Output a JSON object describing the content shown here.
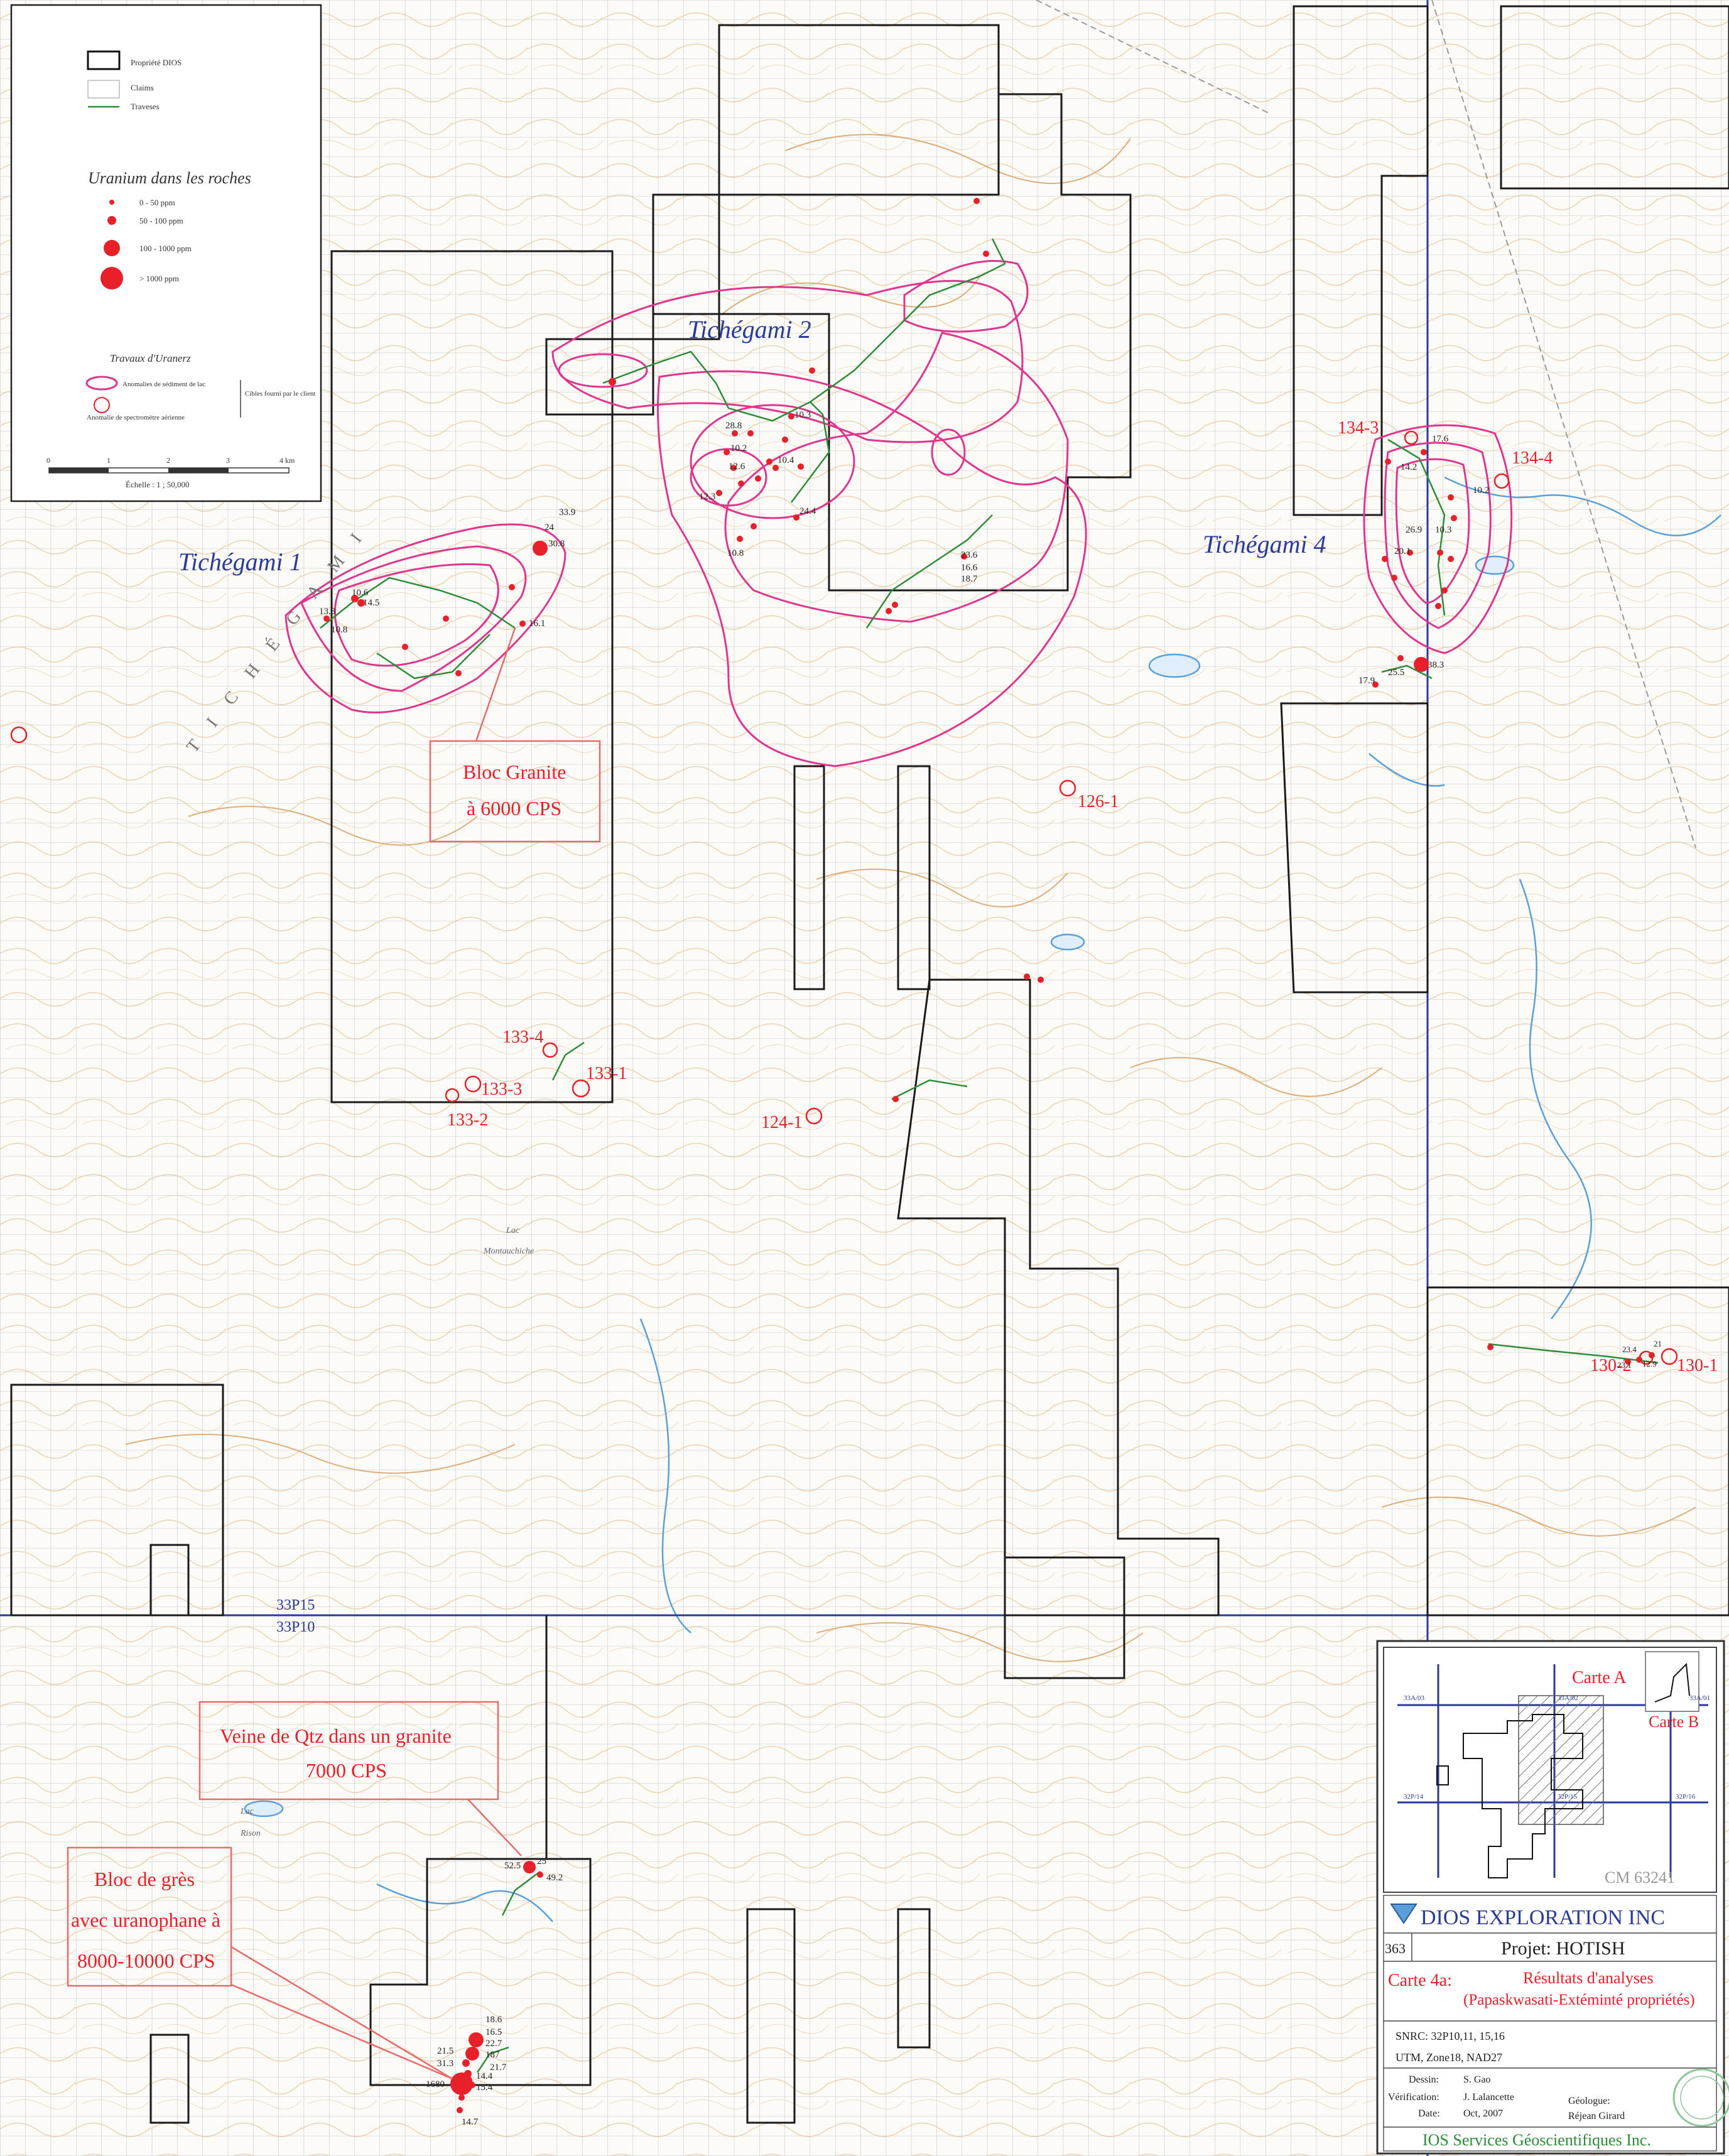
{
  "legend": {
    "boundary_items": [
      {
        "label": "Propriété DIOS"
      },
      {
        "label": "Claims"
      },
      {
        "label": "Traveses"
      }
    ],
    "uranium_title": "Uranium dans les roches",
    "uranium_classes": [
      {
        "label": "0 - 50 ppm"
      },
      {
        "label": "50 - 100 ppm"
      },
      {
        "label": "100 - 1000 ppm"
      },
      {
        "label": "> 1000 ppm"
      }
    ],
    "travaux_title": "Travaux d'Uranerz",
    "travaux_items": [
      {
        "label": "Anomalies de sédiment de lac"
      },
      {
        "label": "Anomalie de spectromètre aérienne"
      }
    ],
    "travaux_note": "Cibles fourni par le client",
    "scale_ticks": [
      "0",
      "1",
      "2",
      "3",
      "4 km"
    ],
    "scale_text": "Échelle : 1 ; 50,000"
  },
  "colors": {
    "property_boundary": "#1a1a1a",
    "claim_grid": "#b8b8b8",
    "traverse": "#2e8b3a",
    "sample": "#e8202a",
    "lake_anomaly": "#e0358c",
    "sheet_line": "#2a3a9a",
    "contour": "#d9a36a",
    "water": "#5aa0d8"
  },
  "areas": {
    "t1": "Tichégami 1",
    "t2": "Tichégami 2",
    "t4": "Tichégami 4",
    "river": "T I C H É G A M I"
  },
  "sheets": {
    "top": "33P15",
    "bottom": "33P10"
  },
  "targets": {
    "t133_4": "133-4",
    "t133_3": "133-3",
    "t133_2": "133-2",
    "t133_1": "133-1",
    "t124_1": "124-1",
    "t126_1": "126-1",
    "t134_3": "134-3",
    "t134_4": "134-4",
    "t130_2": "130-2",
    "t130_1": "130-1"
  },
  "values": {
    "v339": "33.9",
    "v24": "24",
    "v308": "30.8",
    "v106": "10.6",
    "v133": "13.3",
    "v145": "14.5",
    "v108a": "10.8",
    "v161": "16.1",
    "v103a": "10.3",
    "v288": "28.8",
    "v102a": "10.2",
    "v126": "12.6",
    "v104": "10.4",
    "v123": "12.3",
    "v244": "24.4",
    "v108b": "10.8",
    "v236": "23.6",
    "v166": "16.6",
    "v187": "18.7",
    "v176": "17.6",
    "v142": "14.2",
    "v102b": "10.2",
    "v269": "26.9",
    "v103b": "10.3",
    "v201": "20.1",
    "v383": "38.3",
    "v255": "25.5",
    "v179": "17.9",
    "v234": "23.4",
    "v21": "21",
    "v231": "23.1",
    "v129": "12.9",
    "v525": "52.5",
    "v25": "25",
    "v492": "49.2",
    "v186": "18.6",
    "v165": "16.5",
    "v227": "22.7",
    "v187b": "187",
    "v215": "21.5",
    "v217": "21.7",
    "v213": "31.3",
    "v1680": "1680",
    "v144": "14.4",
    "v154": "15.4",
    "v147": "14.7"
  },
  "callouts": {
    "bloc_granite": [
      "Bloc Granite",
      "à 6000 CPS"
    ],
    "veine_qtz": [
      "Veine de Qtz dans un granite",
      "7000 CPS"
    ],
    "bloc_gres": [
      "Bloc de grès",
      "avec uranophane à",
      "8000-10000 CPS"
    ]
  },
  "place_names": {
    "lac_mont": [
      "Lac",
      "Montauchiche"
    ],
    "lac_rison": [
      "Lac",
      "Rison"
    ]
  },
  "title_block": {
    "inset_carte_a": "Carte A",
    "inset_carte_b": "Carte B",
    "inset_sheets": [
      "33A/03",
      "33A/02",
      "32P/14",
      "32P/15",
      "32P/16",
      "33A/01"
    ],
    "inset_stamp": "CM 63241",
    "company": "DIOS EXPLORATION INC",
    "number": "363",
    "project": "Projet: HOTISH",
    "carte_label": "Carte 4a:",
    "carte_title": "Résultats d'analyses",
    "carte_subtitle": "(Papaskwasati-Extéminté propriétés)",
    "snrc": "SNRC:  32P10,11, 15,16",
    "utm": "UTM, Zone18, NAD27",
    "dessin_label": "Dessin:",
    "dessin_value": "S. Gao",
    "verif_label": "Vérification:",
    "verif_value": "J. Lalancette",
    "date_label": "Date:",
    "date_value": "Oct, 2007",
    "geologue_label": "Géologue:",
    "geologue_value": "Réjean Girard",
    "footer": "IOS Services Géoscientifiques Inc."
  }
}
